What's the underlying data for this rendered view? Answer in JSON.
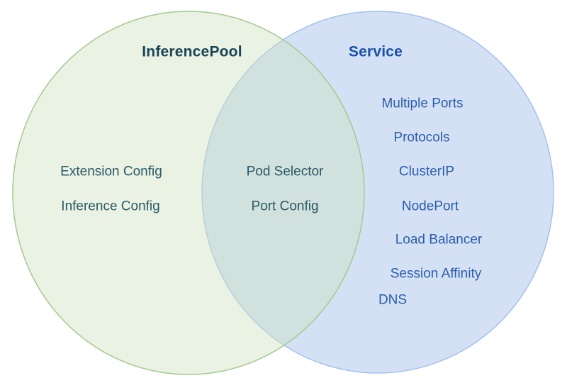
{
  "venn": {
    "left": {
      "title": "InferencePool",
      "items": [
        "Extension Config",
        "Inference Config"
      ]
    },
    "overlap": {
      "items": [
        "Pod Selector",
        "Port Config"
      ]
    },
    "right": {
      "title": "Service",
      "items": [
        "Multiple Ports",
        "Protocols",
        "ClusterIP",
        "NodePort",
        "Load Balancer",
        "Session Affinity",
        "DNS"
      ]
    },
    "colors": {
      "left_fill": "#cfe3c2",
      "left_stroke": "#a5c98f",
      "right_fill": "#aac4ec",
      "right_stroke": "#a4c0ef",
      "overlap_rendered": "#d4e3de",
      "left_text": "#2a5a68",
      "left_title": "#1b4456",
      "right_text": "#2b5cab",
      "right_title": "#1a4fa8",
      "background": "#ffffff"
    }
  }
}
